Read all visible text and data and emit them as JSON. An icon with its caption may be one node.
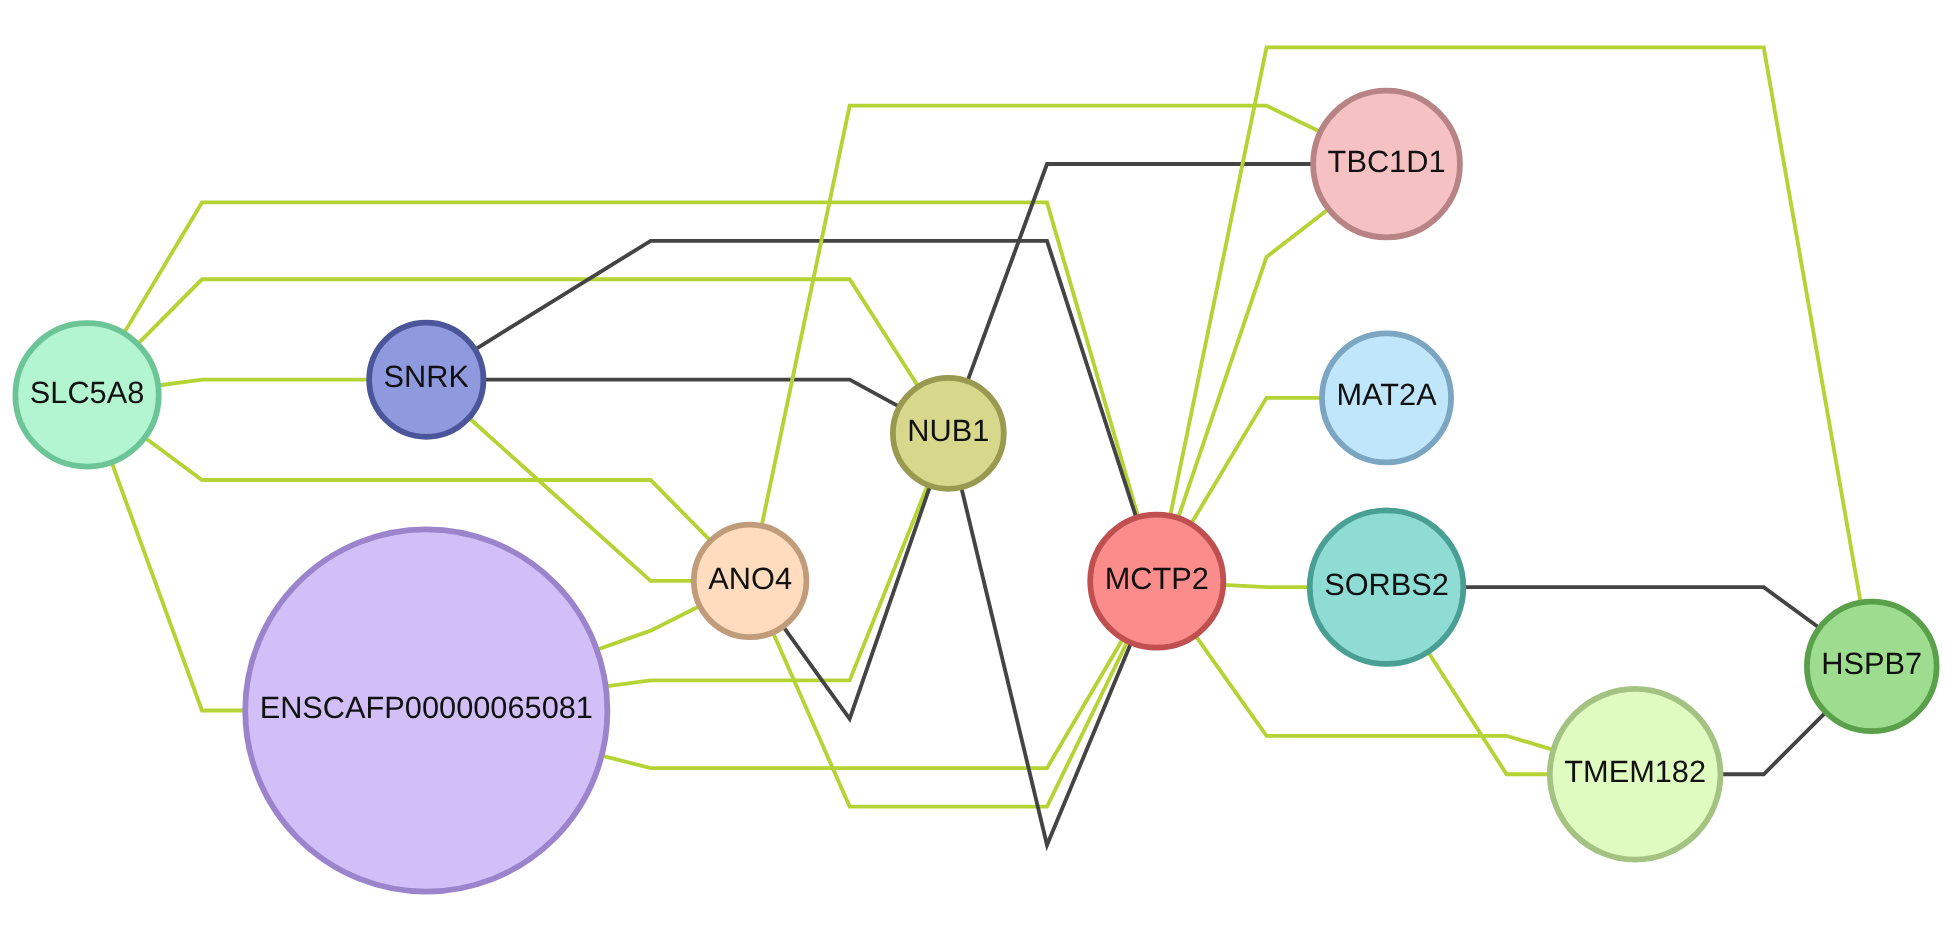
{
  "diagram": {
    "nodes": [
      {
        "text": [
          "SLC5A8"
        ]
      },
      {
        "text": [
          "SNRK"
        ]
      },
      {
        "text": [
          "ENSCAFP00000065081"
        ]
      },
      {
        "text": [
          "SORBS2"
        ]
      },
      {
        "text": [
          "TMEM182"
        ]
      },
      {
        "text": [
          "MCTP2"
        ]
      },
      {
        "text": [
          "HSPB7"
        ]
      },
      {
        "text": [
          "ANO4"
        ]
      },
      {
        "text": [
          "NUB1"
        ]
      },
      {
        "text": [
          "TBC1D1"
        ]
      },
      {
        "text": [
          "MAT2A"
        ]
      }
    ],
    "edges": [
      {
        "from": 0,
        "to": 1,
        "arrow": "none"
      },
      {
        "from": 0,
        "to": 7,
        "arrow": "none"
      },
      {
        "from": 0,
        "to": 8,
        "arrow": "none"
      },
      {
        "from": 0,
        "to": 2,
        "arrow": "none"
      },
      {
        "from": 0,
        "to": 5,
        "arrow": "none"
      },
      {
        "from": 1,
        "to": 7,
        "arrow": "none"
      },
      {
        "from": 1,
        "to": 8,
        "arrow": "none",
        "color": "#444444"
      },
      {
        "from": 1,
        "to": 5,
        "arrow": "none",
        "color": "#444444"
      },
      {
        "from": 2,
        "to": 7,
        "arrow": "none"
      },
      {
        "from": 2,
        "to": 8,
        "arrow": "none"
      },
      {
        "from": 2,
        "to": 5,
        "arrow": "none"
      },
      {
        "from": 7,
        "to": 8,
        "arrow": "none",
        "color": "#444444"
      },
      {
        "from": 7,
        "to": 5,
        "arrow": "none"
      },
      {
        "from": 7,
        "to": 9,
        "arrow": "none"
      },
      {
        "from": 8,
        "to": 5,
        "arrow": "none",
        "color": "#444444"
      },
      {
        "from": 8,
        "to": 9,
        "arrow": "none",
        "color": "#444444"
      },
      {
        "from": 5,
        "to": 9,
        "arrow": "none"
      },
      {
        "from": 5,
        "to": 10,
        "arrow": "none"
      },
      {
        "from": 5,
        "to": 3,
        "arrow": "none"
      },
      {
        "from": 5,
        "to": 4,
        "arrow": "none"
      },
      {
        "from": 5,
        "to": 6,
        "arrow": "none"
      },
      {
        "from": 3,
        "to": 4,
        "arrow": "none"
      },
      {
        "from": 3,
        "to": 6,
        "arrow": "none",
        "color": "#444444"
      },
      {
        "from": 4,
        "to": 6,
        "arrow": "none",
        "color": "#444444"
      }
    ]
  }
}
